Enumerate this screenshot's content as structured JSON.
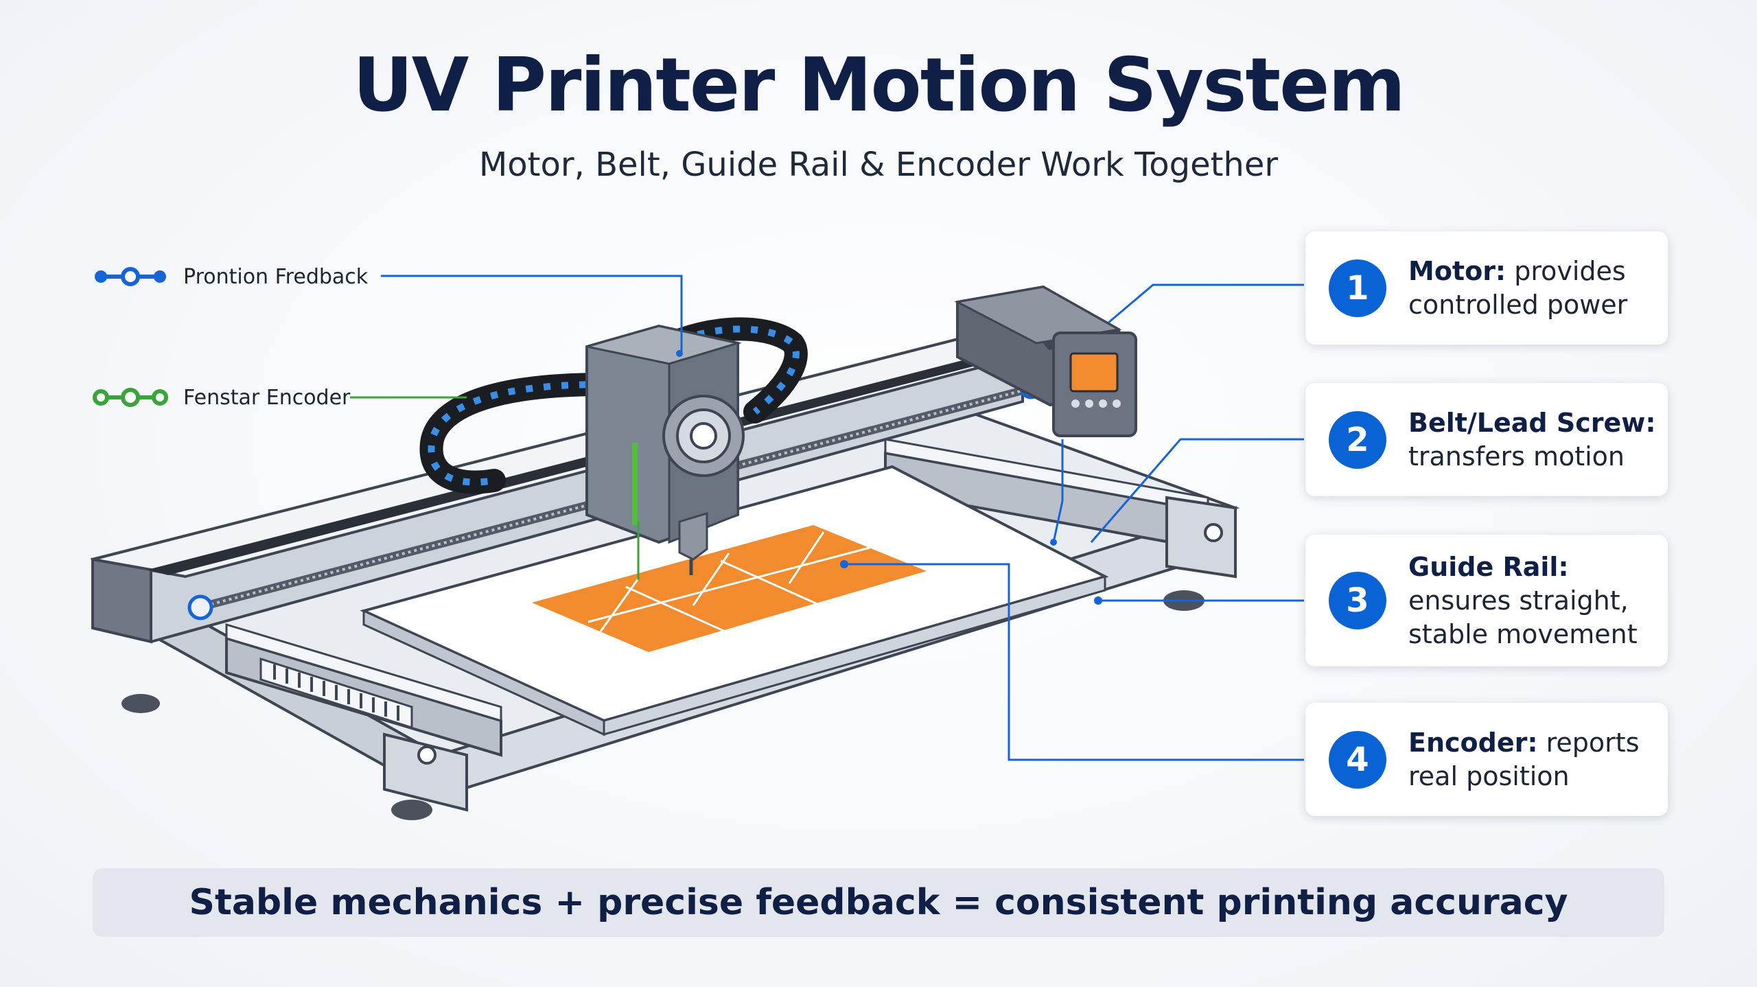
{
  "title": "UV Printer Motion System",
  "subtitle": "Motor, Belt, Guide Rail & Encoder Work Together",
  "legend": [
    {
      "label": "Prontion Fredback",
      "color": "#1565d8"
    },
    {
      "label": "Fenstar Encoder",
      "color": "#3aa33a"
    }
  ],
  "callouts": [
    {
      "number": "1",
      "term": "Motor:",
      "desc": " provides controlled power"
    },
    {
      "number": "2",
      "term": "Belt/Lead Screw:",
      "desc": " transfers motion"
    },
    {
      "number": "3",
      "term": "Guide Rail:",
      "desc": " ensures straight, stable movement"
    },
    {
      "number": "4",
      "term": "Encoder:",
      "desc": " reports real position"
    }
  ],
  "footer": "Stable mechanics + precise feedback = consistent printing accuracy",
  "colors": {
    "accent": "#0a63d4",
    "title": "#0f1f45",
    "print_area": "#f28a2e",
    "feedback_line": "#1565d8",
    "encoder_line": "#3aa33a",
    "machine_gray": "#7d8794"
  }
}
